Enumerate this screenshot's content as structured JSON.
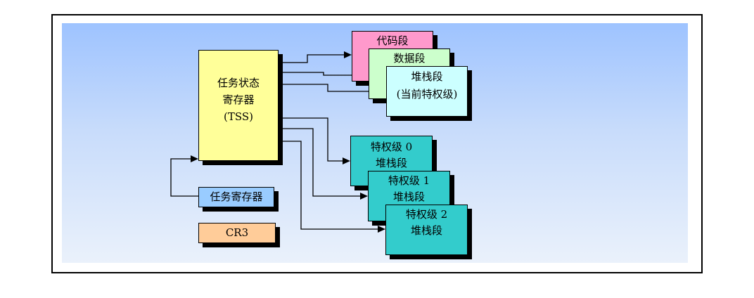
{
  "tss": {
    "line1": "任务状态",
    "line2": "寄存器",
    "line3": "(TSS)"
  },
  "task_register": {
    "label": "任务寄存器"
  },
  "cr3": {
    "label": "CR3"
  },
  "segments": {
    "code": "代码段",
    "data": "数据段",
    "stack_line1": "堆栈段",
    "stack_line2": "(当前特权级)"
  },
  "priv_stacks": [
    {
      "line1": "特权级 0",
      "line2": "堆栈段"
    },
    {
      "line1": "特权级 1",
      "line2": "堆栈段"
    },
    {
      "line1": "特权级 2",
      "line2": "堆栈段"
    }
  ],
  "colors": {
    "tss": "#ffff99",
    "task_register": "#99ccff",
    "cr3": "#ffcc99",
    "code": "#ff99cc",
    "data": "#ccffcc",
    "stack_current": "#ccffff",
    "priv_stack": "#33cccc"
  }
}
